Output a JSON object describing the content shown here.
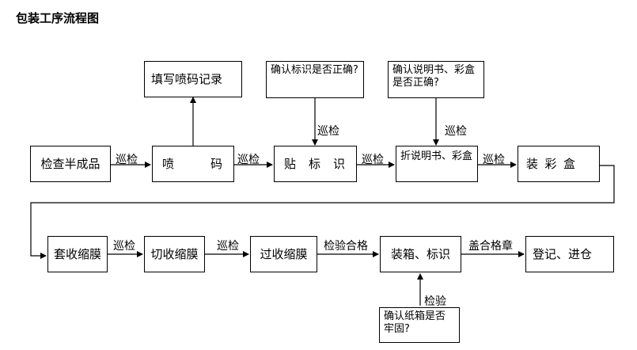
{
  "title": "包装工序流程图",
  "boxes": {
    "inspect_semi": "检查半成品",
    "inkjet": [
      "喷",
      "码"
    ],
    "fill_record": "填写喷码记录",
    "label": [
      "贴",
      "标",
      "识"
    ],
    "check_label": "确认标识是否正确?",
    "fold_manual": "折说明书、彩盒",
    "check_manual": "确认说明书、彩盒是否正确?",
    "pack_box": [
      "装",
      "彩",
      "盒"
    ],
    "shrink_film": "套收缩膜",
    "cut_film": "切收缩膜",
    "pass_shrink": "过收缩膜",
    "carton_label": "装箱、标识",
    "check_carton": "确认纸箱是否牢固?",
    "register": "登记、进仓"
  },
  "arrows": {
    "a1": "巡检",
    "a2": "巡检",
    "a3": "巡检",
    "a4": "巡检",
    "v_label": "巡检",
    "v_manual": "巡检",
    "b1": "巡检",
    "b2": "巡检",
    "b3": "检验合格",
    "b4": "盖合格章",
    "v_carton": "检验"
  }
}
